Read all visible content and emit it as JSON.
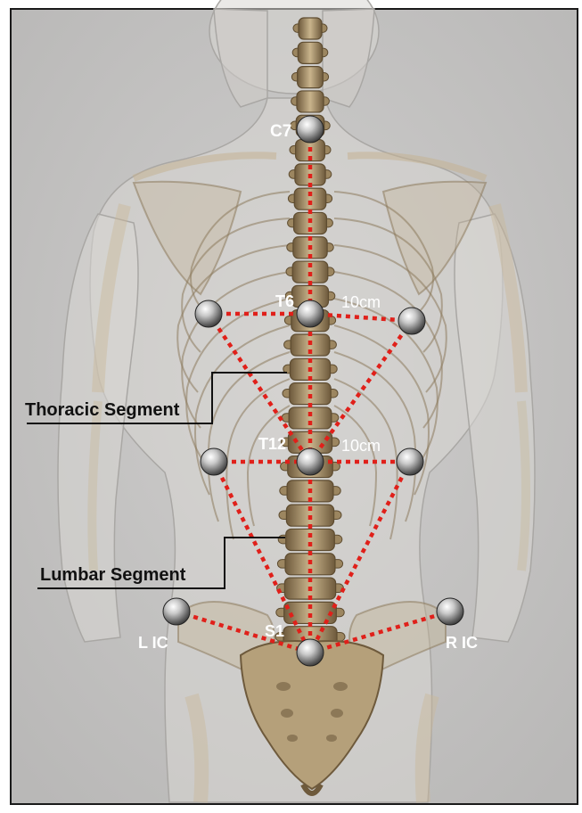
{
  "markers": {
    "c7": "C7",
    "t6": "T6",
    "t12": "T12",
    "s1": "S1",
    "left_ic": "L IC",
    "right_ic": "R IC"
  },
  "distances": {
    "t6_lateral": "10cm",
    "t12_lateral": "10cm"
  },
  "segments": {
    "thoracic": "Thoracic Segment",
    "lumbar": "Lumbar Segment"
  },
  "colors": {
    "line": "#e0201a",
    "background": "#c3c2c1",
    "bone": "#b8a078"
  }
}
